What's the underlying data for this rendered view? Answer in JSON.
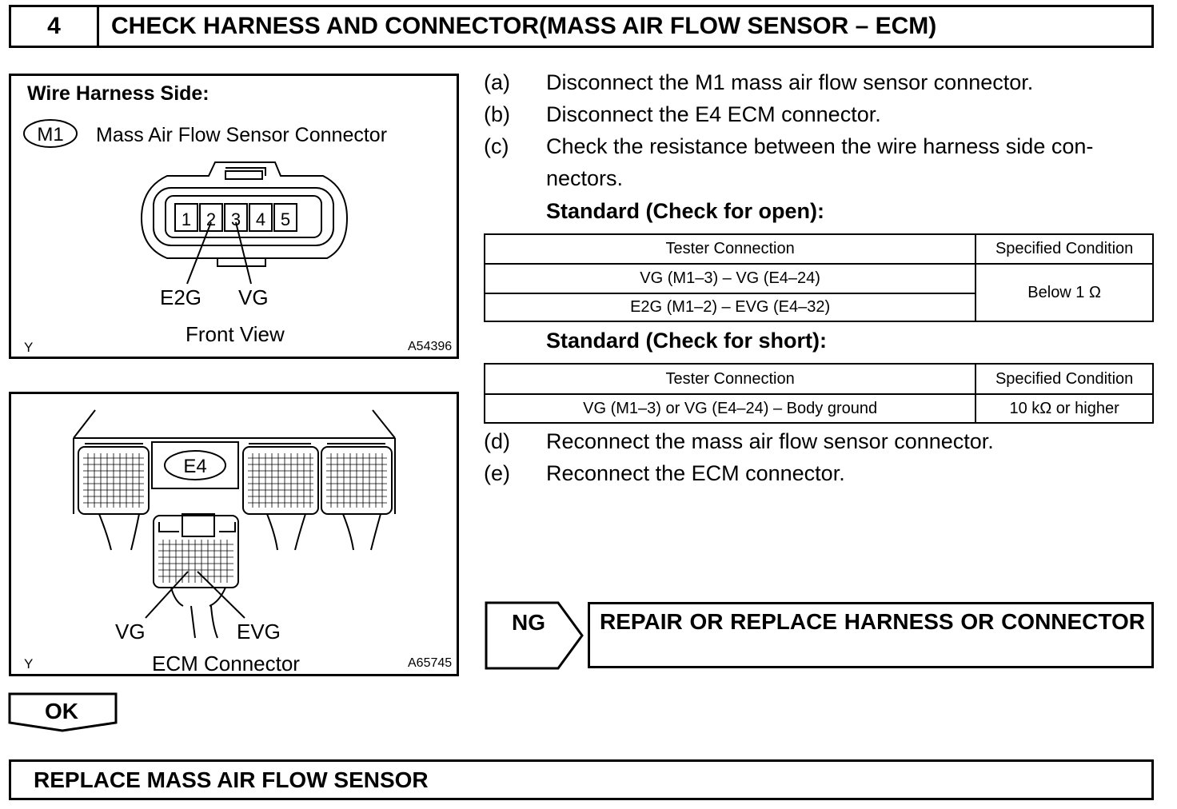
{
  "header": {
    "step_number": "4",
    "title": "CHECK HARNESS AND CONNECTOR(MASS AIR FLOW SENSOR – ECM)"
  },
  "figure1": {
    "heading": "Wire Harness Side:",
    "connector_id": "M1",
    "connector_name": "Mass Air Flow Sensor Connector",
    "pins": [
      "1",
      "2",
      "3",
      "4",
      "5"
    ],
    "label_left": "E2G",
    "label_right": "VG",
    "view_caption": "Front View",
    "corner_mark": "Y",
    "figure_code": "A54396"
  },
  "figure2": {
    "connector_id": "E4",
    "label_left": "VG",
    "label_right": "EVG",
    "caption": "ECM Connector",
    "corner_mark": "Y",
    "figure_code": "A65745"
  },
  "steps": [
    {
      "key": "(a)",
      "text": "Disconnect the M1 mass air flow sensor connector."
    },
    {
      "key": "(b)",
      "text": "Disconnect the E4 ECM connector."
    },
    {
      "key": "(c)",
      "text": "Check the resistance between the wire harness side con-",
      "text_cont": "nectors."
    },
    {
      "key": "(d)",
      "text": "Reconnect the mass air flow sensor connector."
    },
    {
      "key": "(e)",
      "text": "Reconnect the ECM connector."
    }
  ],
  "standard_open": {
    "heading": "Standard (Check for open):",
    "col_headers": [
      "Tester Connection",
      "Specified Condition"
    ],
    "rows": [
      "VG (M1–3) – VG (E4–24)",
      "E2G (M1–2) – EVG (E4–32)"
    ],
    "condition": "Below 1 Ω"
  },
  "standard_short": {
    "heading": "Standard (Check for short):",
    "col_headers": [
      "Tester Connection",
      "Specified Condition"
    ],
    "rows": [
      {
        "connection": "VG (M1–3) or VG (E4–24) – Body ground",
        "condition": "10 kΩ or higher"
      }
    ]
  },
  "ok_label": "OK",
  "ng": {
    "label": "NG",
    "text": "REPAIR OR REPLACE HARNESS OR CONNECTOR"
  },
  "final": "REPLACE MASS AIR FLOW SENSOR"
}
